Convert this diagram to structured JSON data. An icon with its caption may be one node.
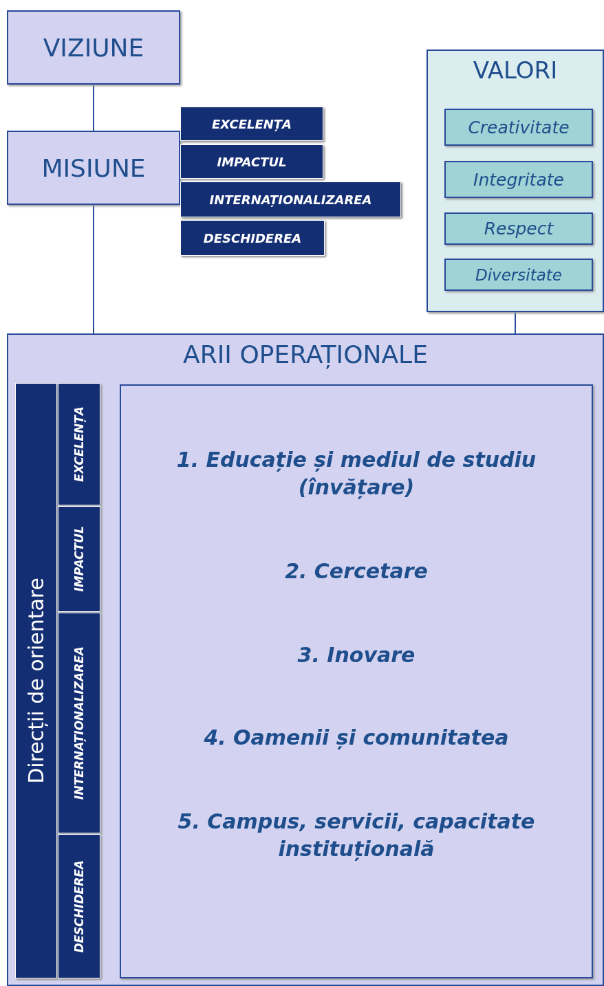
{
  "diagram": {
    "nodes": [
      {
        "text": [
          "VIZIUNE"
        ]
      },
      {
        "text": [
          "MISIUNE"
        ]
      },
      {
        "text": [
          "EXCELENȚA"
        ]
      },
      {
        "text": [
          "IMPACTUL"
        ]
      },
      {
        "text": [
          "INTERNAȚIONALIZAREA"
        ]
      },
      {
        "text": [
          "DESCHIDEREA"
        ]
      },
      {
        "text": [
          "VALORI"
        ]
      },
      {
        "text": [
          "Creativitate"
        ],
        "in": 6
      },
      {
        "text": [
          "Integritate"
        ],
        "in": 6
      },
      {
        "text": [
          "Respect"
        ],
        "in": 6
      },
      {
        "text": [
          "Diversitate"
        ],
        "in": 6
      },
      {
        "text": [
          "ARII OPERAȚIONALE"
        ]
      },
      {
        "text": [
          "Direcții de orientare"
        ],
        "in": 11
      },
      {
        "text": [
          "EXCELENȚA"
        ],
        "in": 11
      },
      {
        "text": [
          "IMPACTUL"
        ],
        "in": 11
      },
      {
        "text": [
          "INTERNAȚIONALIZAREA"
        ],
        "in": 11
      },
      {
        "text": [
          "DESCHIDEREA"
        ],
        "in": 11
      },
      {
        "text": [
          "1. Educație și mediul de studiu (învățare)",
          "2. Cercetare",
          "3. Inovare",
          "4. Oamenii și comunitatea",
          "5. Campus, servicii, capacitate instituțională"
        ],
        "in": 11
      }
    ],
    "edges": [
      {
        "from": 0,
        "to": 1,
        "arrow": "none"
      },
      {
        "from": 1,
        "to": 11,
        "arrow": "none"
      },
      {
        "from": 6,
        "to": 11,
        "arrow": "none"
      }
    ]
  }
}
